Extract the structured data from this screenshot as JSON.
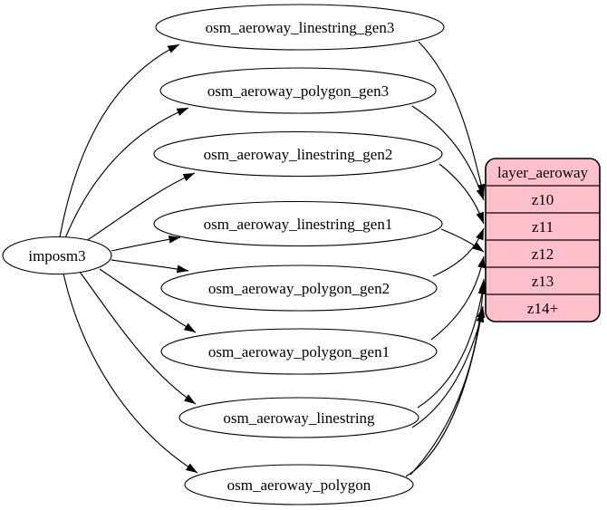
{
  "diagram": {
    "colors": {
      "background": "#ffffff",
      "stroke": "#000000",
      "text": "#000000",
      "node_fill": "#ffffff",
      "table_fill": "#ffc0cb"
    },
    "source_node": {
      "id": "imposm3",
      "label": "imposm3"
    },
    "nodes": [
      {
        "id": "osm_aeroway_linestring_gen3",
        "label": "osm_aeroway_linestring_gen3"
      },
      {
        "id": "osm_aeroway_polygon_gen3",
        "label": "osm_aeroway_polygon_gen3"
      },
      {
        "id": "osm_aeroway_linestring_gen2",
        "label": "osm_aeroway_linestring_gen2"
      },
      {
        "id": "osm_aeroway_linestring_gen1",
        "label": "osm_aeroway_linestring_gen1"
      },
      {
        "id": "osm_aeroway_polygon_gen2",
        "label": "osm_aeroway_polygon_gen2"
      },
      {
        "id": "osm_aeroway_polygon_gen1",
        "label": "osm_aeroway_polygon_gen1"
      },
      {
        "id": "osm_aeroway_linestring",
        "label": "osm_aeroway_linestring"
      },
      {
        "id": "osm_aeroway_polygon",
        "label": "osm_aeroway_polygon"
      }
    ],
    "table": {
      "id": "layer_aeroway",
      "header": "layer_aeroway",
      "rows": [
        "z10",
        "z11",
        "z12",
        "z13",
        "z14+"
      ]
    },
    "edges": [
      {
        "from": "imposm3",
        "to": "osm_aeroway_linestring_gen3"
      },
      {
        "from": "imposm3",
        "to": "osm_aeroway_polygon_gen3"
      },
      {
        "from": "imposm3",
        "to": "osm_aeroway_linestring_gen2"
      },
      {
        "from": "imposm3",
        "to": "osm_aeroway_linestring_gen1"
      },
      {
        "from": "imposm3",
        "to": "osm_aeroway_polygon_gen2"
      },
      {
        "from": "imposm3",
        "to": "osm_aeroway_polygon_gen1"
      },
      {
        "from": "imposm3",
        "to": "osm_aeroway_linestring"
      },
      {
        "from": "imposm3",
        "to": "osm_aeroway_polygon"
      },
      {
        "from": "osm_aeroway_linestring_gen3",
        "to": "layer_aeroway.z10"
      },
      {
        "from": "osm_aeroway_polygon_gen3",
        "to": "layer_aeroway.z10"
      },
      {
        "from": "osm_aeroway_linestring_gen2",
        "to": "layer_aeroway.z11"
      },
      {
        "from": "osm_aeroway_polygon_gen2",
        "to": "layer_aeroway.z11"
      },
      {
        "from": "osm_aeroway_linestring_gen1",
        "to": "layer_aeroway.z12"
      },
      {
        "from": "osm_aeroway_polygon_gen1",
        "to": "layer_aeroway.z12"
      },
      {
        "from": "osm_aeroway_linestring",
        "to": "layer_aeroway.z13"
      },
      {
        "from": "osm_aeroway_polygon",
        "to": "layer_aeroway.z13"
      },
      {
        "from": "osm_aeroway_linestring",
        "to": "layer_aeroway.z14+"
      },
      {
        "from": "osm_aeroway_polygon",
        "to": "layer_aeroway.z14+"
      }
    ]
  }
}
